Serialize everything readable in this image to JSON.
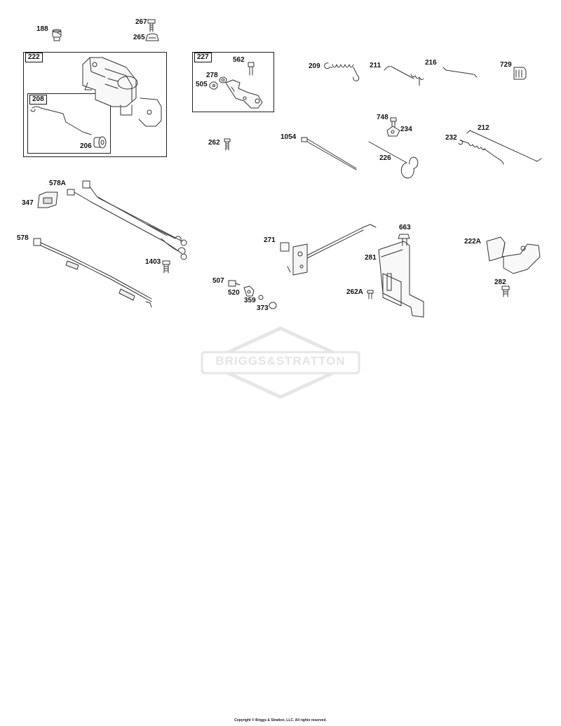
{
  "watermark": {
    "brand": "BRIGGS&STRATTON"
  },
  "copyright": "Copyright © Briggs & Stratton, LLC. All rights reserved.",
  "boxes": {
    "b222": "222",
    "b208": "208",
    "b227": "227"
  },
  "callouts": {
    "c188": "188",
    "c267": "267",
    "c265": "265",
    "c206": "206",
    "c562": "562",
    "c278": "278",
    "c505": "505",
    "c209": "209",
    "c211": "211",
    "c216": "216",
    "c729": "729",
    "c748": "748",
    "c234": "234",
    "c1054": "1054",
    "c226": "226",
    "c262": "262",
    "c232": "232",
    "c212": "212",
    "c578A": "578A",
    "c347": "347",
    "c578": "578",
    "c1403": "1403",
    "c271": "271",
    "c663": "663",
    "c281": "281",
    "c262A": "262A",
    "c222A": "222A",
    "c282": "282",
    "c507": "507",
    "c520": "520",
    "c359": "359",
    "c373": "373"
  }
}
